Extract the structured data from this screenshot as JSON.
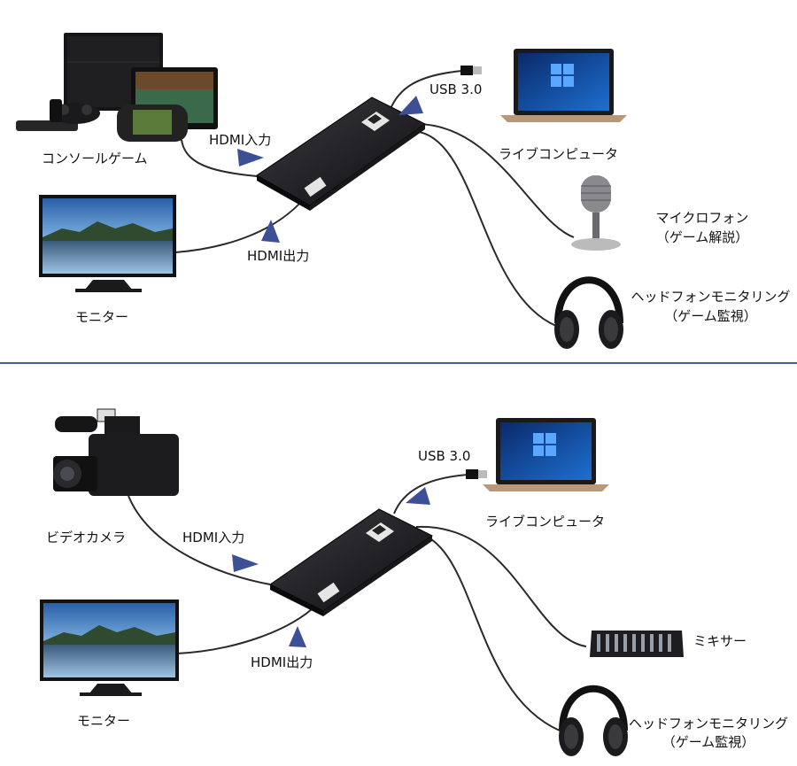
{
  "top": {
    "source_label": "コンソールゲーム",
    "hdmi_in_label": "HDMI入力",
    "hdmi_out_label": "HDMI出力",
    "usb_label": "USB 3.0",
    "computer_label": "ライブコンピュータ",
    "mic_label_line1": "マイクロフォン",
    "mic_label_line2": "（ゲーム解説）",
    "headphone_label_line1": "ヘッドフォンモニタリング",
    "headphone_label_line2": "（ゲーム監視）",
    "monitor_label": "モニター"
  },
  "bottom": {
    "source_label": "ビデオカメラ",
    "hdmi_in_label": "HDMI入力",
    "hdmi_out_label": "HDMI出力",
    "usb_label": "USB 3.0",
    "computer_label": "ライブコンピュータ",
    "mixer_label": "ミキサー",
    "headphone_label_line1": "ヘッドフォンモニタリング",
    "headphone_label_line2": "（ゲーム監視）",
    "monitor_label": "モニター"
  },
  "colors": {
    "arrow": "#3d4f95",
    "divider": "#4a5f8e",
    "cable": "#2a2a2a",
    "device": "#1b1b1f"
  }
}
